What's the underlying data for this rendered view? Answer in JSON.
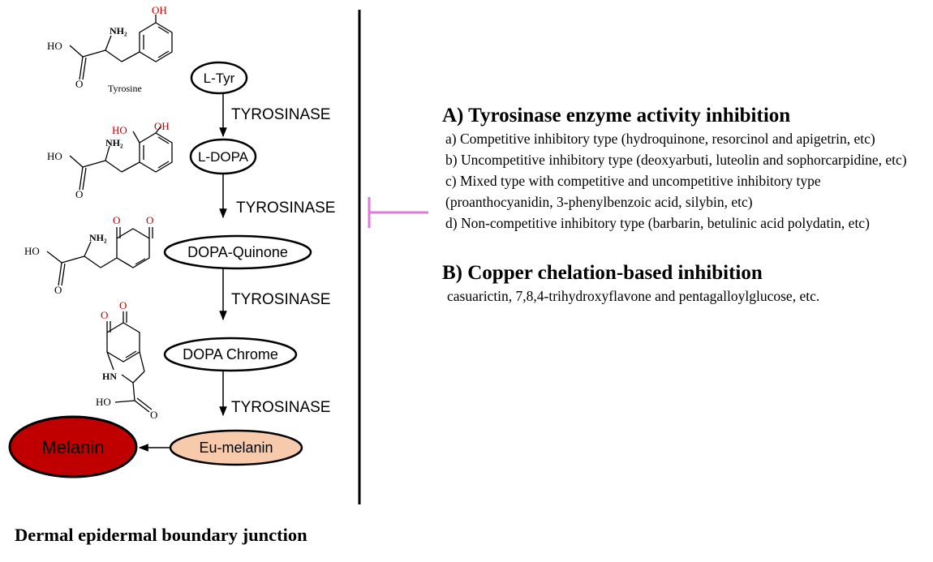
{
  "diagram": {
    "colors": {
      "melanin_fill": "#c00000",
      "eumelanin_fill": "#f7caac",
      "inhibition_marker": "#e07ad8",
      "hydroxyl_red": "#c00000",
      "line": "#000000"
    },
    "pathway": {
      "nodes": [
        "L-Tyr",
        "L-DOPA",
        "DOPA-Quinone",
        "DOPA Chrome",
        "Eu-melanin",
        "Melanin"
      ],
      "enzyme_labels": [
        "TYROSINASE",
        "TYROSINASE",
        "TYROSINASE",
        "TYROSINASE"
      ]
    },
    "structures": {
      "tyrosine": {
        "name": "Tyrosine",
        "ho": "HO",
        "nh2": "NH₂",
        "oh": "OH"
      },
      "ldopa": {
        "ho": "HO",
        "nh2": "NH₂",
        "ho_ring": "HO",
        "oh": "OH"
      },
      "quinone": {
        "ho": "HO",
        "nh2": "NH₂",
        "o1": "O",
        "o2": "O"
      },
      "dopachrome": {
        "o1": "O",
        "o2": "O",
        "hn": "HN",
        "ho": "HO"
      }
    }
  },
  "inhibition": {
    "section_a": {
      "title": "A) Tyrosinase enzyme activity inhibition",
      "items": [
        "a) Competitive inhibitory type (hydroquinone, resorcinol and apigetrin, etc)",
        "b) Uncompetitive inhibitory type (deoxyarbuti, luteolin and sophorcarpidine, etc)",
        "c) Mixed type with competitive and uncompetitive inhibitory type (proanthocyanidin, 3-phenylbenzoic acid, silybin, etc)",
        "d) Non-competitive inhibitory type (barbarin, betulinic acid polydatin, etc)"
      ]
    },
    "section_b": {
      "title": "B) Copper chelation-based inhibition",
      "text": "casuarictin, 7,8,4-trihydroxyflavone and pentagalloylglucose, etc."
    }
  },
  "footer": {
    "label": "Dermal epidermal boundary junction"
  }
}
